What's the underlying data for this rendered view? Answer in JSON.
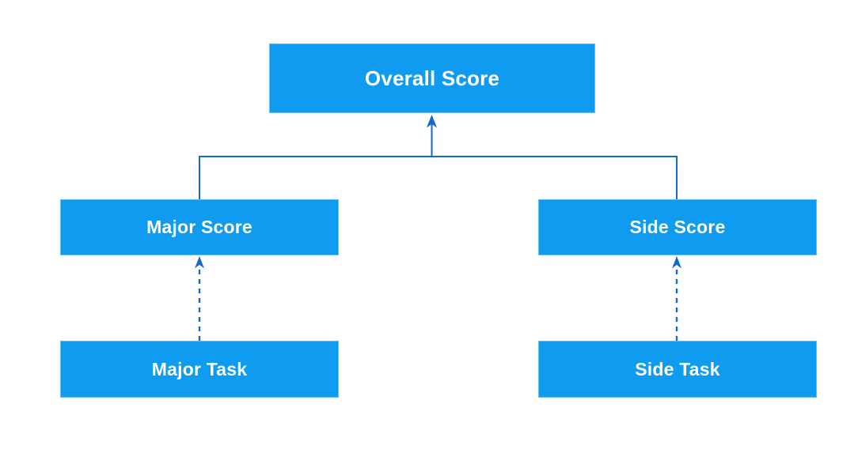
{
  "diagram": {
    "title": "score-hierarchy-diagram",
    "background": "#ffffff",
    "colors": {
      "node_fill": "#0f9bf0",
      "node_text": "#ffffff",
      "connector": "#1569cd"
    },
    "nodes": [
      {
        "id": "overall-score",
        "label": "Overall Score"
      },
      {
        "id": "major-score",
        "label": "Major Score"
      },
      {
        "id": "side-score",
        "label": "Side Score"
      },
      {
        "id": "major-task",
        "label": "Major Task"
      },
      {
        "id": "side-task",
        "label": "Side Task"
      }
    ],
    "edges": [
      {
        "from": "major-score",
        "to": "overall-score",
        "style": "solid",
        "arrow": "up"
      },
      {
        "from": "side-score",
        "to": "overall-score",
        "style": "solid",
        "arrow": "up"
      },
      {
        "from": "major-task",
        "to": "major-score",
        "style": "dashed",
        "arrow": "up"
      },
      {
        "from": "side-task",
        "to": "side-score",
        "style": "dashed",
        "arrow": "up"
      }
    ]
  }
}
